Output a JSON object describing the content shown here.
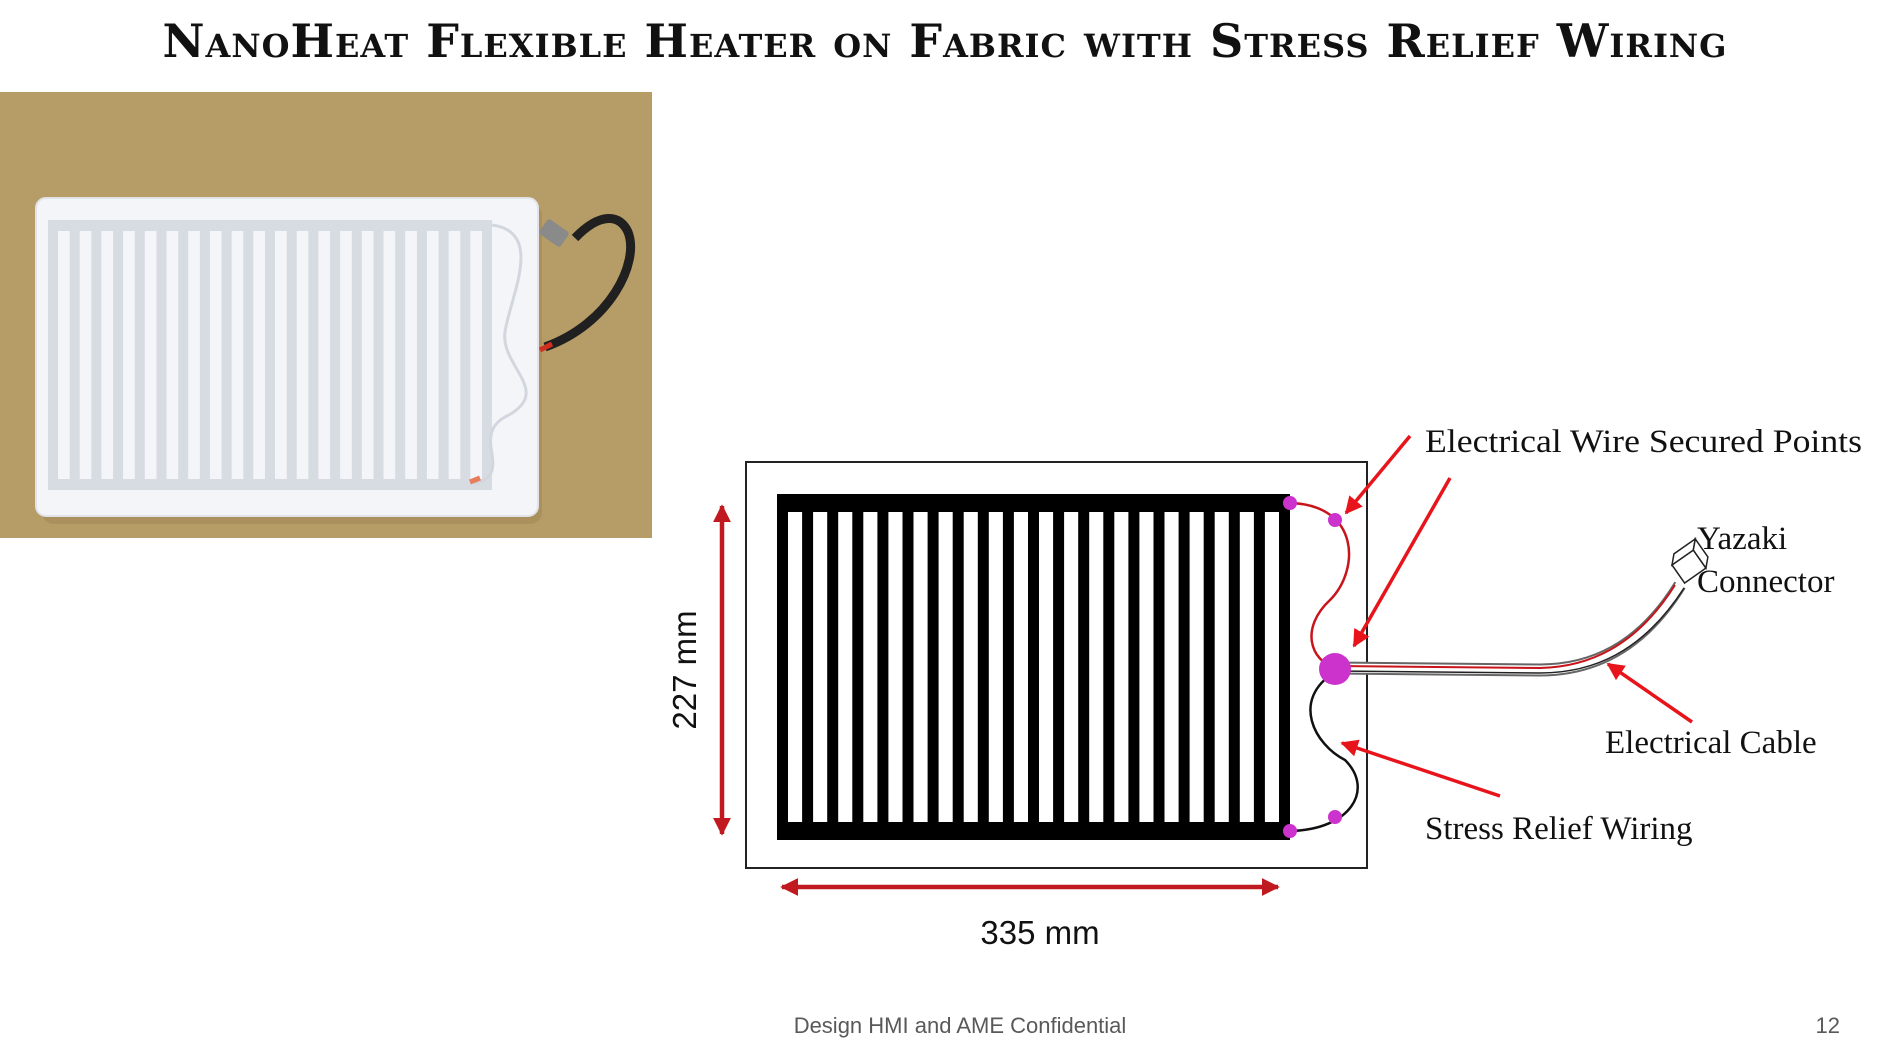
{
  "slide": {
    "title": "NanoHeat Flexible Heater on Fabric with Stress Relief Wiring",
    "footer": "Design HMI and AME Confidential",
    "page_number": "12"
  },
  "diagram": {
    "height_label": "227 mm",
    "width_label": "335 mm",
    "labels": {
      "secured_points": "Electrical Wire Secured Points",
      "connector_line1": "Yazaki",
      "connector_line2": "Connector",
      "cable": "Electrical Cable",
      "stress_relief": "Stress Relief Wiring"
    },
    "heater_strip_count": 21
  },
  "colors": {
    "photo_background": "#b69c66",
    "fabric": "#f4f5f8",
    "arrow_red": "#e8141b",
    "dimension_red": "#c0191f",
    "secured_point_magenta": "#cc33cc",
    "wire_red": "#c8141b"
  }
}
